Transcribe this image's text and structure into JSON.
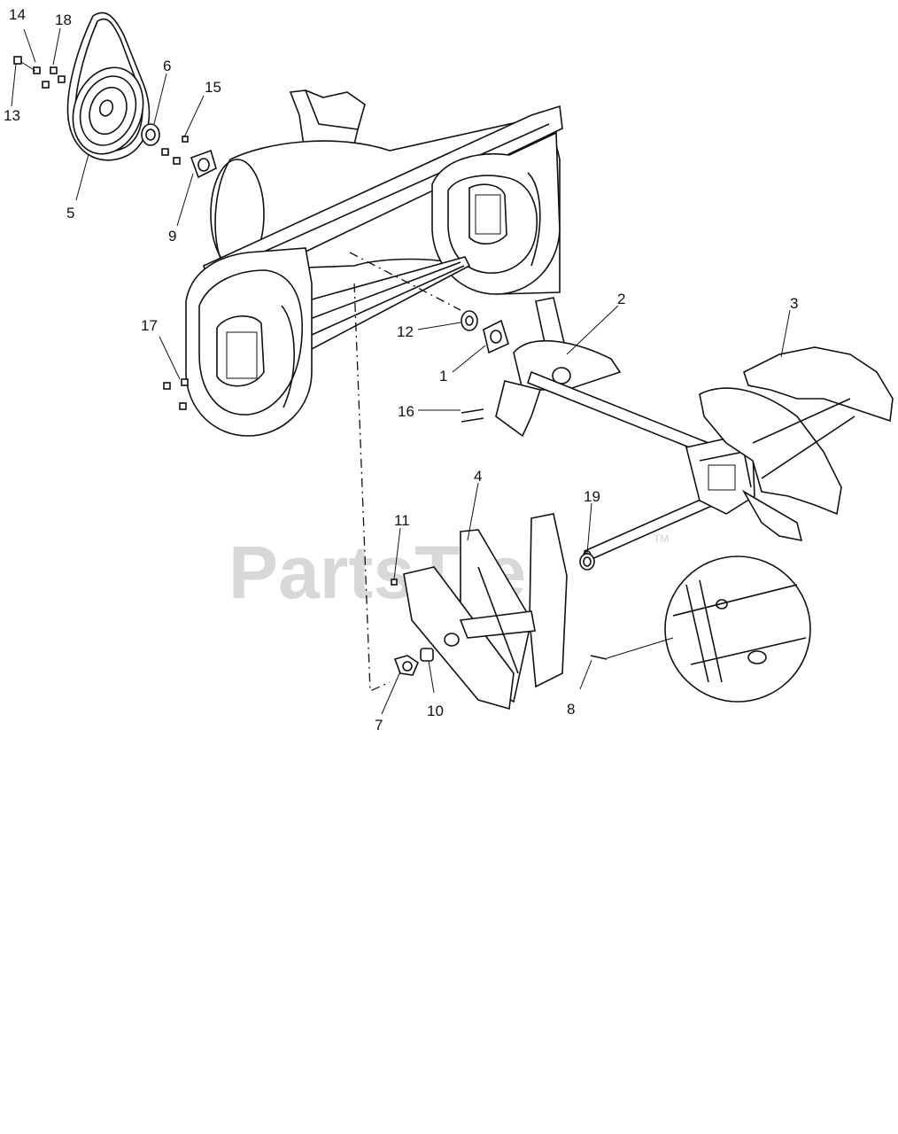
{
  "diagram": {
    "watermark": "PartsTree",
    "trademark": "TM",
    "callouts": [
      {
        "id": "c1",
        "label": "1"
      },
      {
        "id": "c2",
        "label": "2"
      },
      {
        "id": "c3",
        "label": "3"
      },
      {
        "id": "c4",
        "label": "4"
      },
      {
        "id": "c5",
        "label": "5"
      },
      {
        "id": "c6",
        "label": "6"
      },
      {
        "id": "c7",
        "label": "7"
      },
      {
        "id": "c8",
        "label": "8"
      },
      {
        "id": "c9",
        "label": "9"
      },
      {
        "id": "c10",
        "label": "10"
      },
      {
        "id": "c11",
        "label": "11"
      },
      {
        "id": "c12",
        "label": "12"
      },
      {
        "id": "c13",
        "label": "13"
      },
      {
        "id": "c14",
        "label": "14"
      },
      {
        "id": "c15",
        "label": "15"
      },
      {
        "id": "c16",
        "label": "16"
      },
      {
        "id": "c17",
        "label": "17"
      },
      {
        "id": "c18",
        "label": "18"
      },
      {
        "id": "c19",
        "label": "19"
      }
    ]
  }
}
